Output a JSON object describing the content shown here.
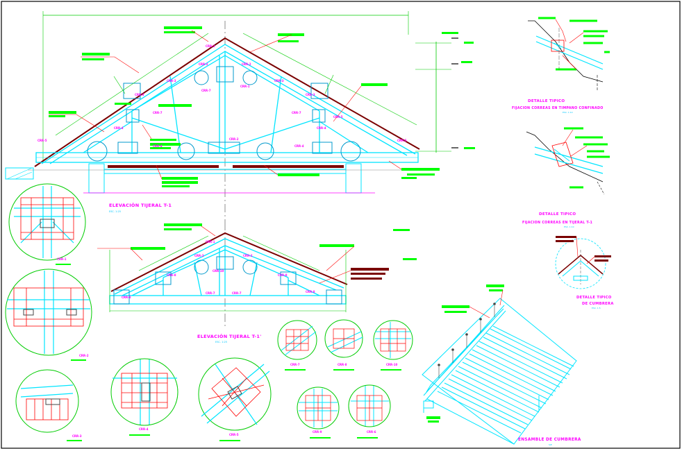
{
  "drawing": {
    "colors": {
      "background": "#ffffff",
      "member": "#00e5ff",
      "member_dark": "#0099cc",
      "dimension": "#00cc00",
      "note_fill": "#00ff00",
      "note_dark": "#7a0000",
      "label": "#ff00ff",
      "roof": "#7a0000",
      "bolt": "#ff0000",
      "leader": "#ff0000",
      "axis": "#444444"
    },
    "titles": {
      "elev1": "ELEVACIÓN TIJERAL T-1",
      "elev1_scale": "ESC. 1:25",
      "elev2": "ELEVACIÓN TIJERAL T-1'",
      "elev2_scale": "ESC. 1:25",
      "det1_a": "DETALLE TIPICO",
      "det1_b": "FIJACION CORREAS EN TIMPANO CONFINADO",
      "det1_scale": "ESC. 1:10",
      "det2_a": "DETALLE TIPICO",
      "det2_b": "FIJACION CORREAS EN TIJERAL T-1",
      "det2_scale": "ESC. 1:10",
      "det3_a": "DETALLE TIPICO",
      "det3_b": "DE CUMBRERA",
      "det3_scale": "ESC. 1:5",
      "ensamble": "ENSAMBLE DE CUMBRERA",
      "ensamble_scale": "S/E"
    },
    "node_labels": [
      "CRR-1",
      "CRR-2",
      "CRR-3",
      "CRR-4",
      "CRR-5",
      "CRR-6",
      "CRR-7",
      "CRR-8",
      "CRR-9",
      "CRR-10"
    ],
    "circle_labels": [
      "CRR-1",
      "CRR-2",
      "CRR-3",
      "CRR-4",
      "CRR-5",
      "CRR-7",
      "CRR-8",
      "CRR-10",
      "CRR-9",
      "CRR-6"
    ]
  }
}
